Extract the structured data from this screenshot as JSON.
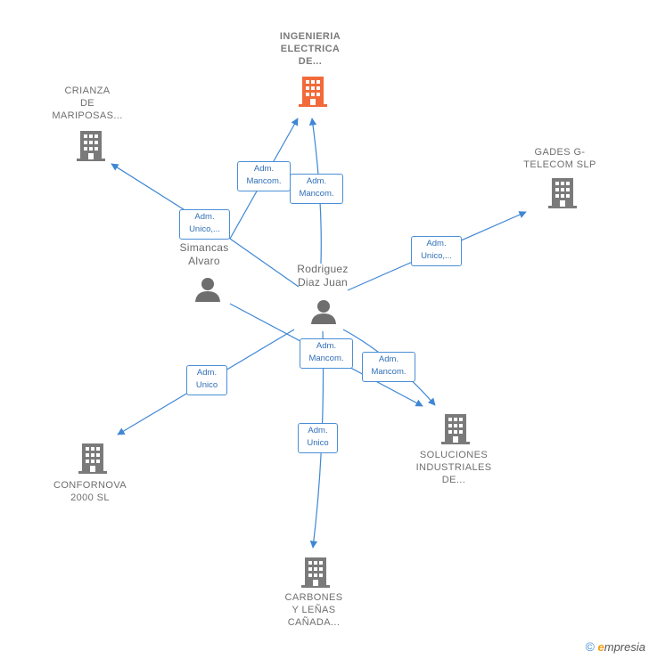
{
  "companies": {
    "ingenieria": {
      "label": "INGENIERIA\nELECTRICA\nDE...",
      "color": "#f26a3a"
    },
    "crianza": {
      "label": "CRIANZA\nDE\nMARIPOSAS...",
      "color": "#7a7a7a"
    },
    "gades": {
      "label": "GADES G-\nTELECOM SLP",
      "color": "#7a7a7a"
    },
    "confornova": {
      "label": "CONFORNOVA\n2000  SL",
      "color": "#7a7a7a"
    },
    "soluciones": {
      "label": "SOLUCIONES\nINDUSTRIALES\nDE...",
      "color": "#7a7a7a"
    },
    "carbones": {
      "label": "CARBONES\nY LEÑAS\nCAÑADA...",
      "color": "#7a7a7a"
    }
  },
  "persons": {
    "simancas": {
      "label": "Simancas\nAlvaro"
    },
    "rodriguez": {
      "label": "Rodriguez\nDiaz Juan"
    }
  },
  "edges": {
    "e1": "Adm.\nUnico,...",
    "e2": "Adm.\nMancom.",
    "e3": "Adm.\nMancom.",
    "e4": "Adm.\nUnico,...",
    "e5": "Adm.\nUnico",
    "e6": "Adm.\nMancom.",
    "e7": "Adm.\nMancom.",
    "e8": "Adm.\nUnico"
  },
  "colors": {
    "edge": "#3f87d4",
    "building": "#7a7a7a",
    "focus": "#f26a3a",
    "person": "#6e6e6e"
  },
  "footer": {
    "copyright": "©",
    "brand_initial": "e",
    "brand_rest": "mpresia"
  }
}
